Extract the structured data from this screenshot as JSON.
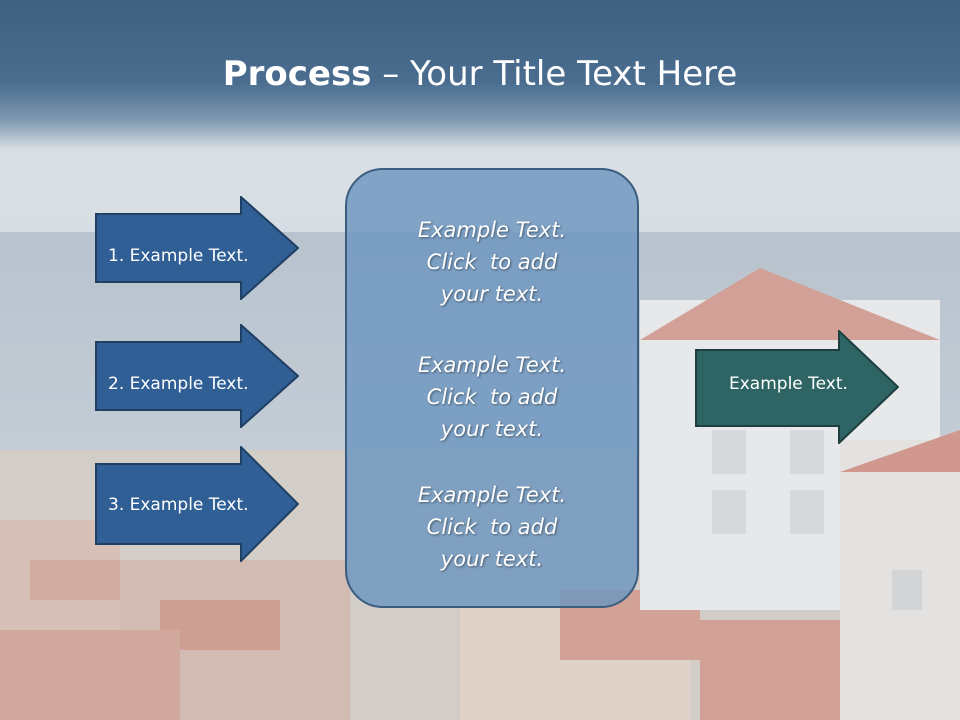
{
  "slide": {
    "title_bold": "Process",
    "title_rest": " – Your Title Text Here",
    "left_arrows": [
      {
        "label": "1. Example Text."
      },
      {
        "label": "2. Example Text."
      },
      {
        "label": "3. Example Text."
      }
    ],
    "center_blocks": [
      {
        "lines": [
          "Example Text.",
          "Click  to add",
          "your text."
        ]
      },
      {
        "lines": [
          "Example Text.",
          "Click  to add",
          "your text."
        ]
      },
      {
        "lines": [
          "Example Text.",
          "Click  to add",
          "your text."
        ]
      }
    ],
    "right_arrow": {
      "label": "Example Text."
    }
  },
  "colors": {
    "header": "#3e6182",
    "left_arrow_fill": "#2f5f94",
    "right_arrow_fill": "#2f6464",
    "center_fill": "#6c96c0"
  }
}
